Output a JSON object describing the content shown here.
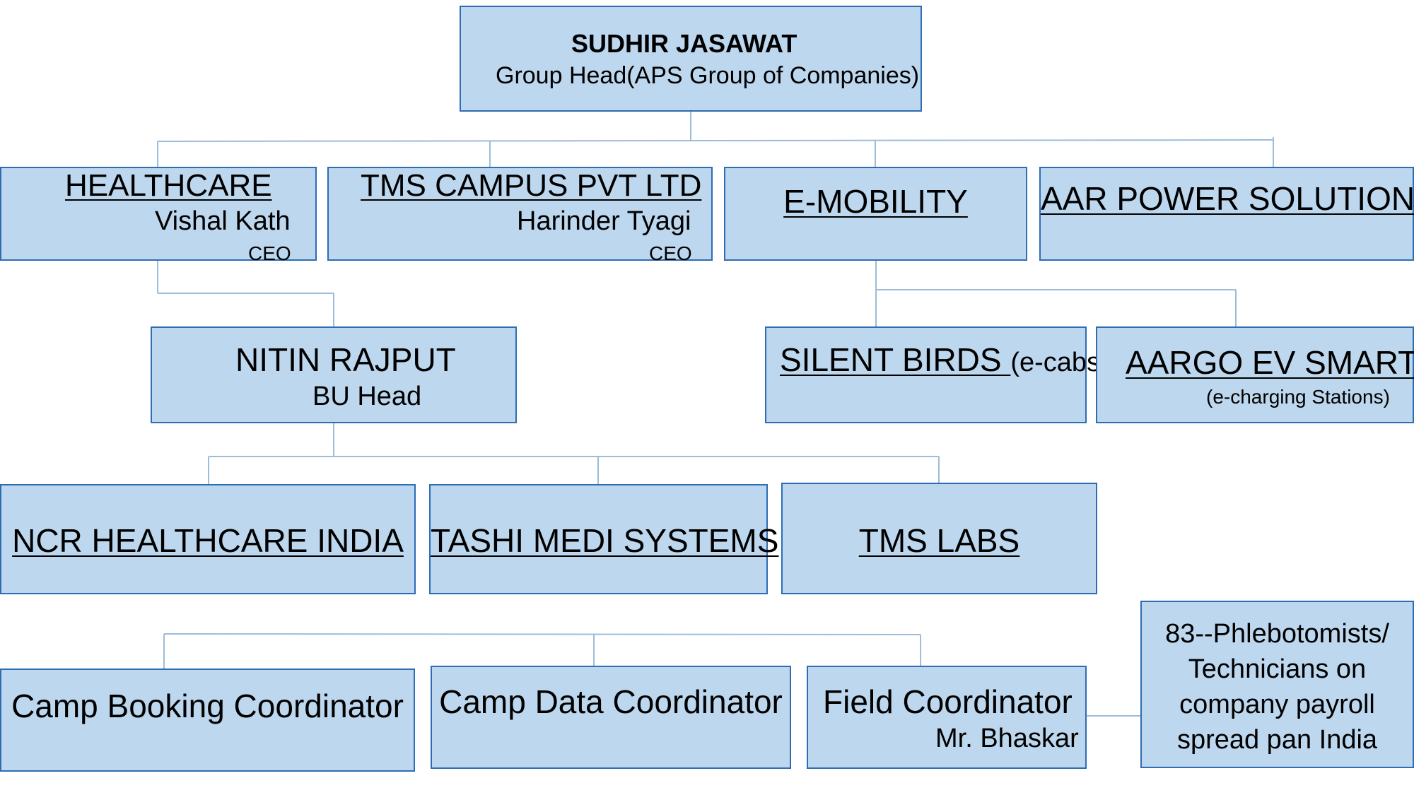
{
  "chart": {
    "top": {
      "name": "SUDHIR JASAWAT",
      "role": "Group Head(APS Group of Companies)"
    },
    "healthcare": {
      "name": "HEALTHCARE",
      "person": "Vishal Kath",
      "role": "CEO"
    },
    "tms_campus": {
      "name": "TMS CAMPUS PVT LTD",
      "person": "Harinder Tyagi",
      "role": "CEO"
    },
    "emobility": {
      "name": "E-MOBILITY"
    },
    "aar_power": {
      "name": "AAR POWER SOLUTIONS"
    },
    "nitin": {
      "name": "NITIN RAJPUT",
      "role": "BU Head"
    },
    "silent_birds": {
      "name": "SILENT BIRDS ",
      "note": "(e-cabs)"
    },
    "aargo": {
      "name": "AARGO EV SMART",
      "note": "(e-charging Stations)"
    },
    "ncr": {
      "name": "NCR HEALTHCARE INDIA"
    },
    "tashi": {
      "name": "TASHI MEDI SYSTEMS"
    },
    "tms_labs": {
      "name": "TMS LABS"
    },
    "camp_booking": {
      "name": "Camp Booking Coordinator"
    },
    "camp_data": {
      "name": "Camp Data Coordinator"
    },
    "field": {
      "name": "Field Coordinator",
      "person": "Mr. Bhaskar"
    },
    "phlebotomists": {
      "lines": [
        "83--Phlebotomists/",
        "Technicians on",
        "company payroll",
        "spread pan India"
      ]
    }
  },
  "colors": {
    "box_fill": "#bdd7ee",
    "box_border": "#2e6db4",
    "connector": "#9dbcd9"
  }
}
